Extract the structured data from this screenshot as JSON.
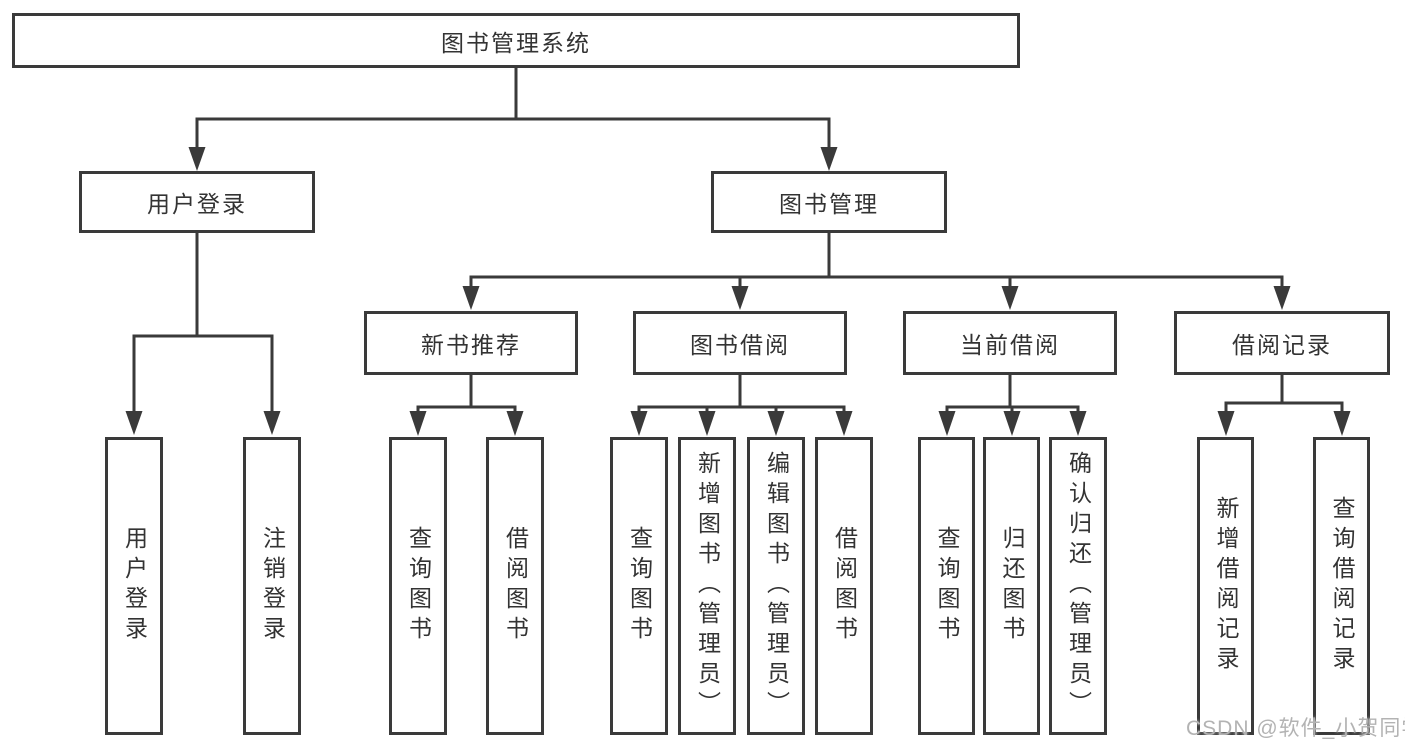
{
  "tree": {
    "label": "图书管理系统",
    "children": [
      {
        "label": "用户登录",
        "children": [
          {
            "label": "用户登录"
          },
          {
            "label": "注销登录"
          }
        ]
      },
      {
        "label": "图书管理",
        "children": [
          {
            "label": "新书推荐",
            "children": [
              {
                "label": "查询图书"
              },
              {
                "label": "借阅图书"
              }
            ]
          },
          {
            "label": "图书借阅",
            "children": [
              {
                "label": "查询图书"
              },
              {
                "label": "新增图书（管理员）"
              },
              {
                "label": "编辑图书（管理员）"
              },
              {
                "label": "借阅图书"
              }
            ]
          },
          {
            "label": "当前借阅",
            "children": [
              {
                "label": "查询图书"
              },
              {
                "label": "归还图书"
              },
              {
                "label": "确认归还（管理员）"
              }
            ]
          },
          {
            "label": "借阅记录",
            "children": [
              {
                "label": "新增借阅记录"
              },
              {
                "label": "查询借阅记录"
              }
            ]
          }
        ]
      }
    ]
  },
  "watermark": "CSDN @软件_小贺同学",
  "colors": {
    "line": "#3a3a3a",
    "text": "#333333",
    "box_background": "#ffffff",
    "watermark": "#b3b3b3",
    "background": "#ffffff"
  }
}
